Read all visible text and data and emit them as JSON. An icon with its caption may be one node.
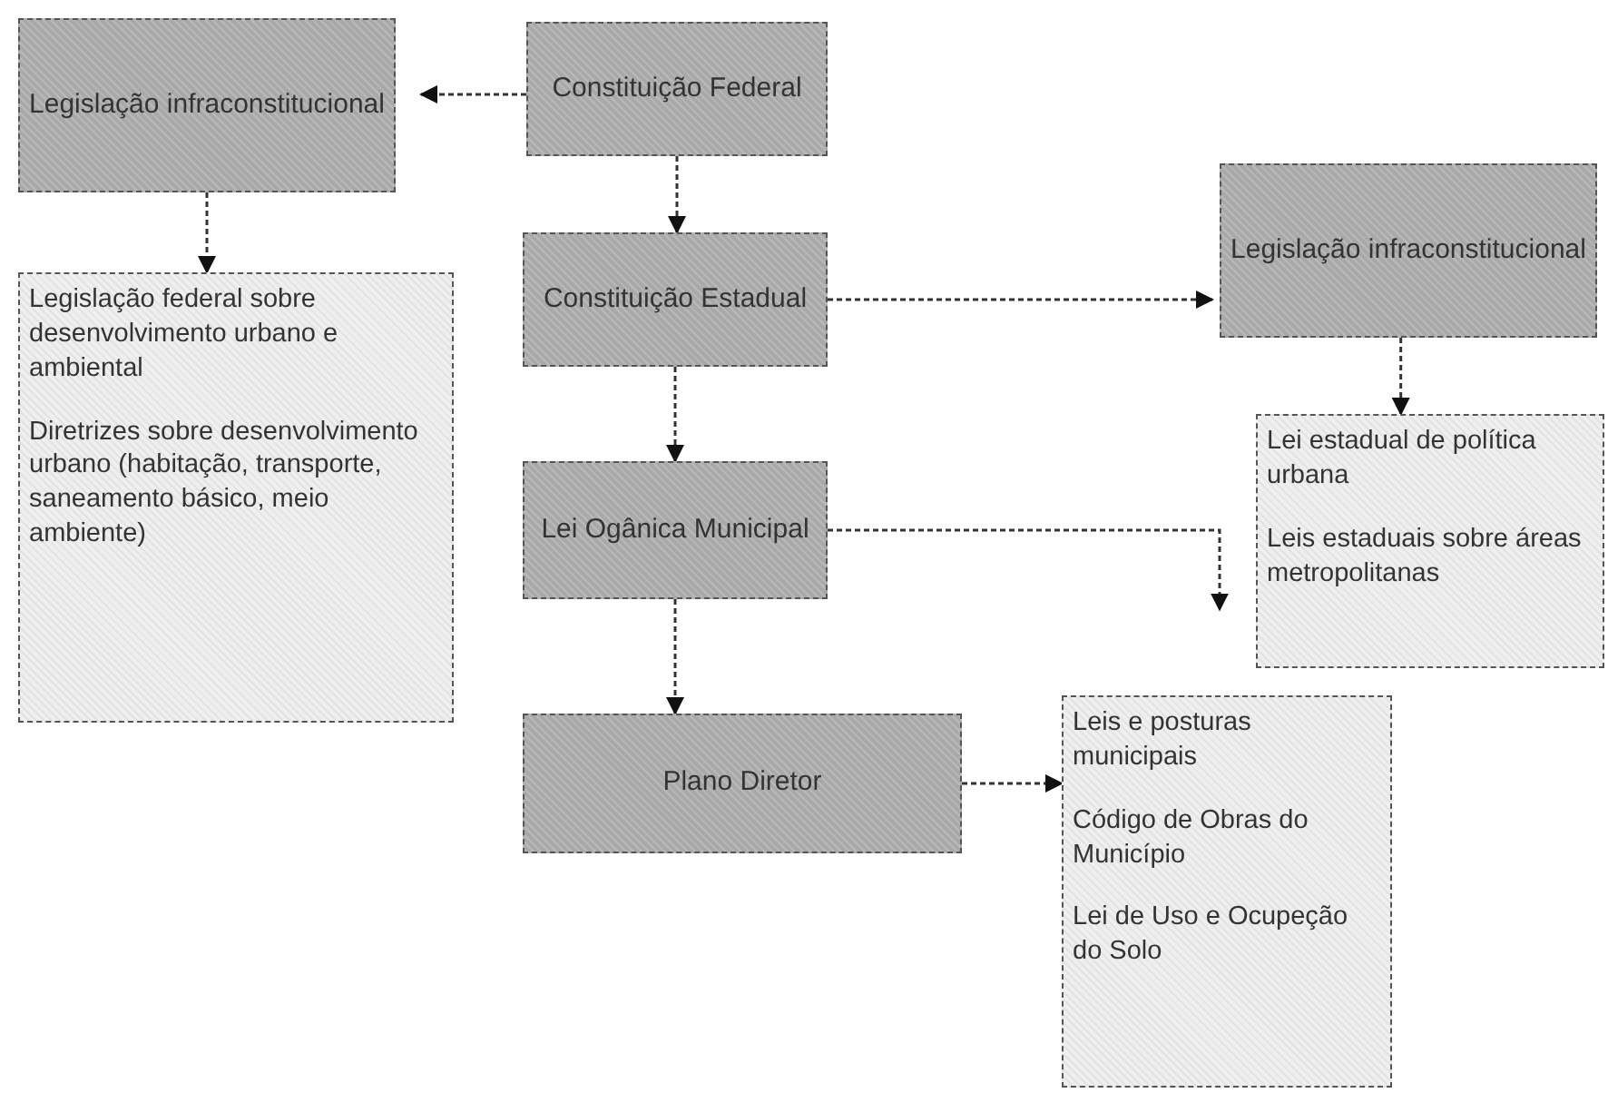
{
  "diagram": {
    "nodes": [
      {
        "text": [
          "Legislação infraconstitucional"
        ]
      },
      {
        "text": [
          "Constituição Federal"
        ]
      },
      {
        "text": [
          "Legislação federal sobre desenvolvimento urbano e ambiental",
          "Diretrizes sobre desenvolvimento urbano (habitação, transporte, saneamento básico, meio ambiente)"
        ]
      },
      {
        "text": [
          "Constituição Estadual"
        ]
      },
      {
        "text": [
          "Legislação infraconstitucional"
        ]
      },
      {
        "text": [
          "Lei Ogânica Municipal"
        ]
      },
      {
        "text": [
          "Lei estadual de política urbana",
          "Leis estaduais sobre áreas metropolitanas"
        ]
      },
      {
        "text": [
          "Plano Diretor"
        ]
      },
      {
        "text": [
          "Leis e posturas municipais",
          "Código de Obras do Município",
          "Lei de Uso e Ocupeção do Solo"
        ]
      }
    ],
    "edges": [
      {
        "from": 1,
        "to": 0,
        "arrow": "to",
        "style": "dashed"
      },
      {
        "from": 0,
        "to": 2,
        "arrow": "to",
        "style": "dashed"
      },
      {
        "from": 1,
        "to": 3,
        "arrow": "to",
        "style": "dashed"
      },
      {
        "from": 3,
        "to": 4,
        "arrow": "to",
        "style": "dashed"
      },
      {
        "from": 4,
        "to": 6,
        "arrow": "to",
        "style": "dashed"
      },
      {
        "from": 3,
        "to": 5,
        "arrow": "to",
        "style": "dashed"
      },
      {
        "from": 5,
        "to": 6,
        "arrow": "to",
        "style": "dashed"
      },
      {
        "from": 5,
        "to": 7,
        "arrow": "to",
        "style": "dashed"
      },
      {
        "from": 7,
        "to": 8,
        "arrow": "to",
        "style": "dashed"
      }
    ]
  }
}
